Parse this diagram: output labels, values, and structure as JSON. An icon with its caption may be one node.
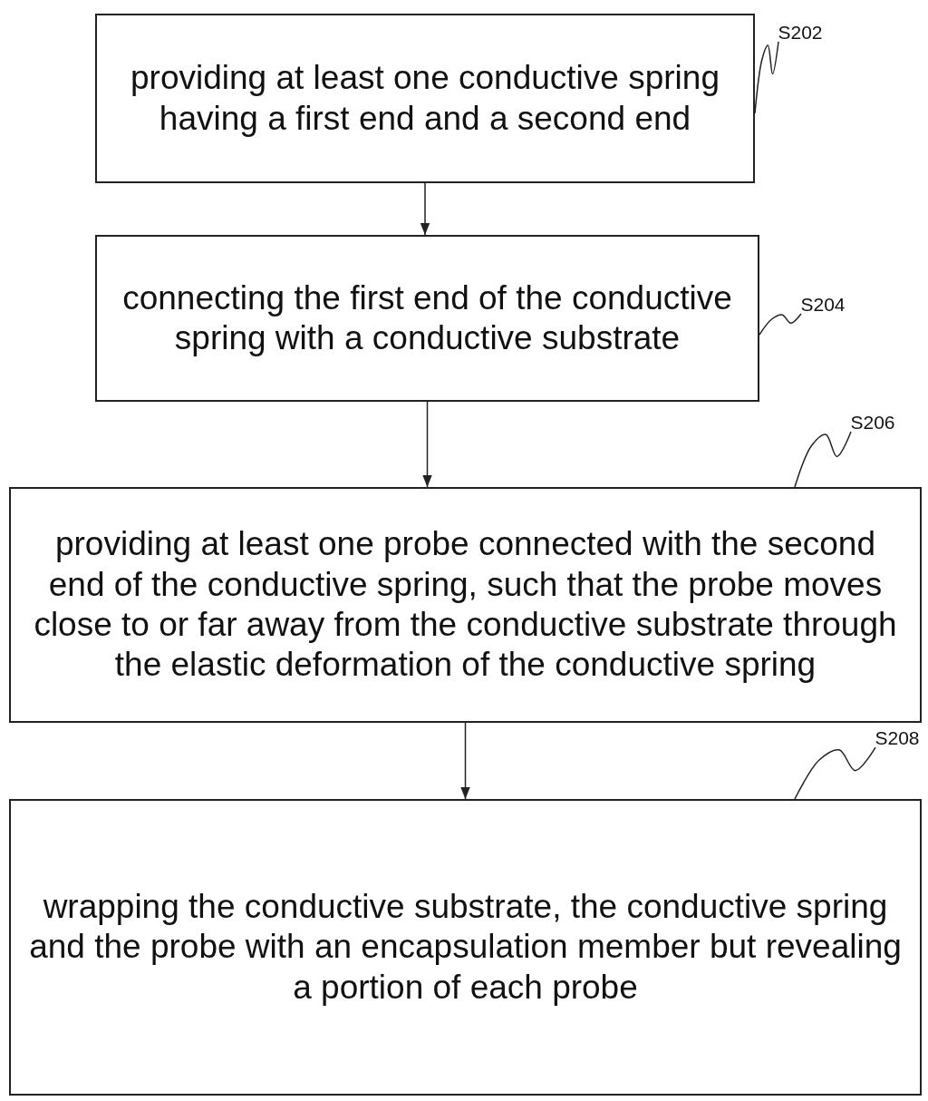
{
  "diagram": {
    "nodes": [
      {
        "text": [
          "providing at least one conductive spring having a first end and a second end"
        ]
      },
      {
        "text": [
          "connecting the first end of the conductive spring with a conductive substrate"
        ]
      },
      {
        "text": [
          "providing at least one probe connected with the second end of the conductive spring, such that the probe moves close to or far away from the conductive substrate through the elastic deformation of the conductive spring"
        ]
      },
      {
        "text": [
          "wrapping the conductive substrate, the conductive spring and the probe with an encapsulation member but revealing a portion of each probe"
        ]
      },
      {
        "text": [
          "S202"
        ]
      },
      {
        "text": [
          "S204"
        ]
      },
      {
        "text": [
          "S206"
        ]
      },
      {
        "text": [
          "S208"
        ]
      }
    ],
    "edges": [
      {
        "from": 0,
        "to": 1,
        "arrow": "to"
      },
      {
        "from": 1,
        "to": 2,
        "arrow": "to"
      },
      {
        "from": 2,
        "to": 3,
        "arrow": "to"
      },
      {
        "from": 4,
        "to": 0,
        "arrow": "none"
      },
      {
        "from": 5,
        "to": 1,
        "arrow": "none"
      },
      {
        "from": 6,
        "to": 2,
        "arrow": "none"
      },
      {
        "from": 7,
        "to": 3,
        "arrow": "none"
      }
    ]
  }
}
